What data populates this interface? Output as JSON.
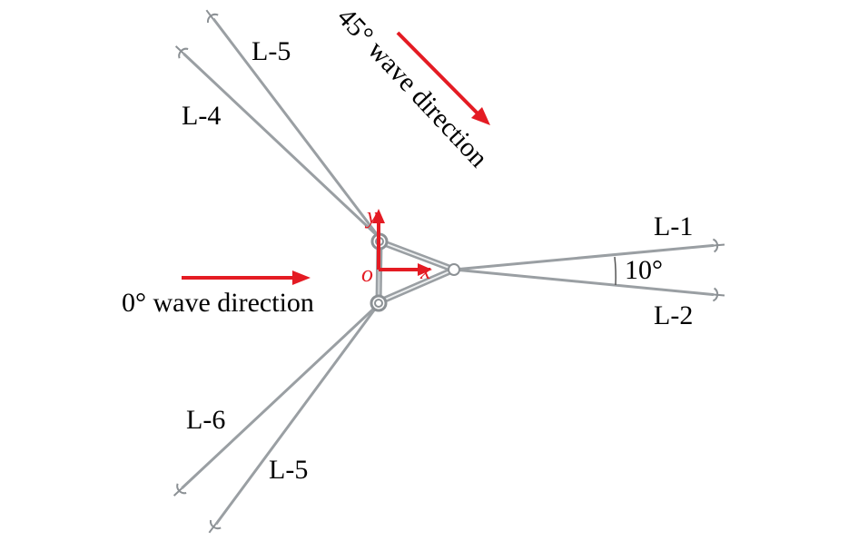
{
  "labels": {
    "l5_top": "L-5",
    "l4": "L-4",
    "l1": "L-1",
    "l2": "L-2",
    "l6": "L-6",
    "l5_bottom": "L-5",
    "angle": "10°"
  },
  "waves": {
    "wave_0": "0° wave direction",
    "wave_45": "45° wave direction"
  },
  "axes": {
    "x": "x",
    "y": "y",
    "origin": "o"
  },
  "colors": {
    "arrow": "#e41b23",
    "mooring_line": "#9a9fa3"
  }
}
